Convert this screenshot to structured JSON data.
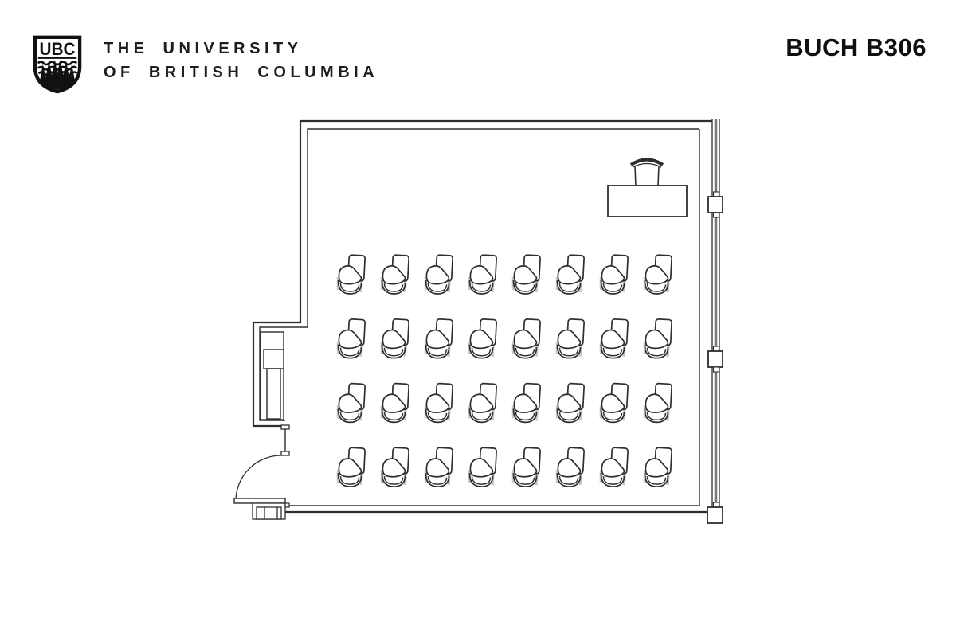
{
  "header": {
    "logo": {
      "acronym": "UBC",
      "line1": "THE UNIVERSITY",
      "line2": "OF BRITISH COLUMBIA"
    },
    "room_title": "BUCH B306"
  },
  "plan": {
    "seating": {
      "rows": 4,
      "cols": 8,
      "total_seats": 32,
      "seat_type": "tablet-arm-chair"
    },
    "instructor_area": {
      "items": [
        "instructor-table",
        "instructor-chair"
      ]
    },
    "features": [
      "entry-door-with-swing",
      "wall-alcove-cabinet",
      "window-wall-right",
      "window-mullions"
    ]
  },
  "colors": {
    "line": "#2e2e2e",
    "glazing": "#777777",
    "chair_accent": "#c9c9c9",
    "text": "#1d1d1f"
  }
}
